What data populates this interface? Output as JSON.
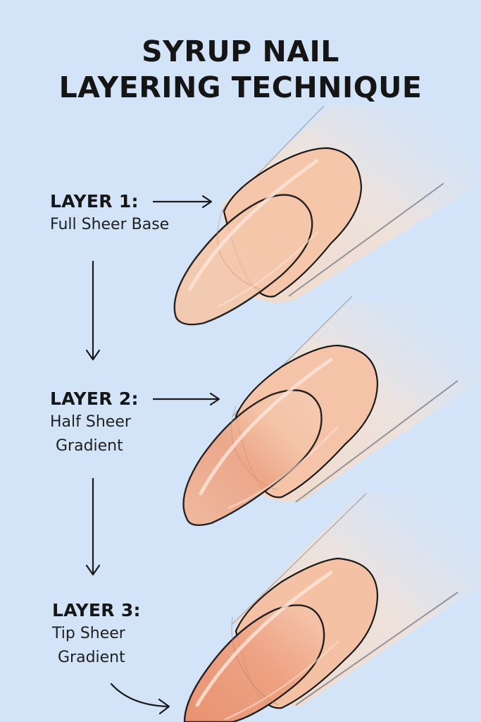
{
  "title": {
    "line1": "SYRUP NAIL",
    "line2": "LAYERING TECHNIQUE"
  },
  "layers": [
    {
      "heading": "LAYER 1:",
      "description_lines": [
        "Full Sheer Base"
      ],
      "pointer": "straight-arrow-right"
    },
    {
      "heading": "LAYER 2:",
      "description_lines": [
        "Half Sheer",
        "Gradient"
      ],
      "pointer": "straight-arrow-right"
    },
    {
      "heading": "LAYER 3:",
      "description_lines": [
        "Tip Sheer",
        "Gradient"
      ],
      "pointer": "curved-arrow-right"
    }
  ],
  "flow_arrows": [
    {
      "from": "LAYER 1",
      "to": "LAYER 2",
      "direction": "down"
    },
    {
      "from": "LAYER 2",
      "to": "LAYER 3",
      "direction": "down"
    }
  ],
  "colors": {
    "background": "#d3e4f8",
    "text": "#161616",
    "finger_skin": "#f4dccb",
    "nail_layer1": "#f6c3a6",
    "nail_layer2": "#f2b594",
    "nail_layer3": "#ec9f7c",
    "outline": "#1a1a1a"
  }
}
